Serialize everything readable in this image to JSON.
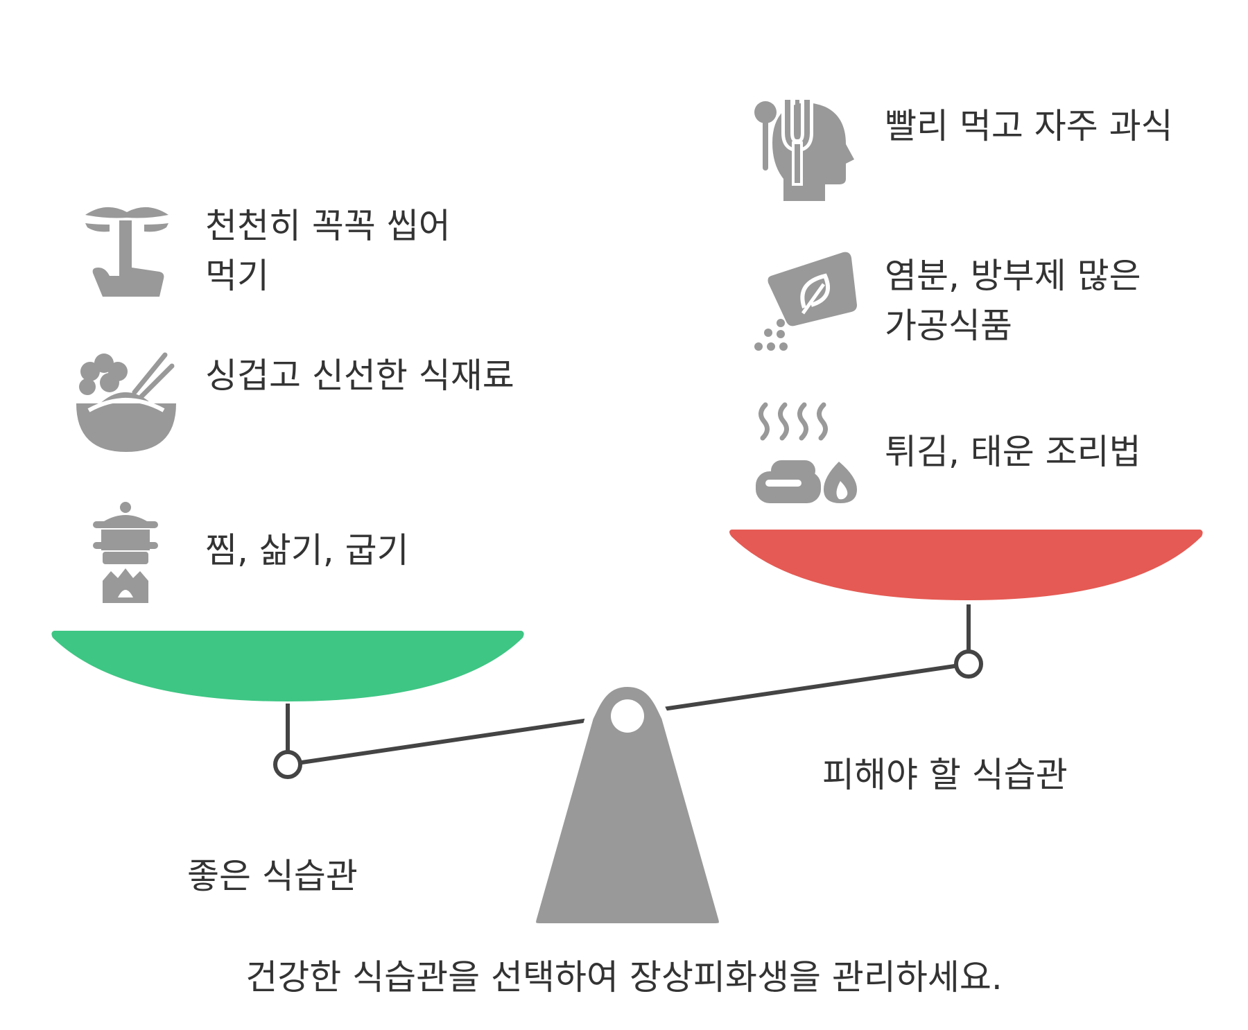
{
  "good": {
    "title": "좋은 식습관",
    "color": "#3EC684",
    "items": [
      {
        "label": "천천히 꼭꼭 씹어 먹기",
        "icon": "mouth-finger-icon"
      },
      {
        "label": "싱겁고 신선한 식재료",
        "icon": "salad-bowl-icon"
      },
      {
        "label": "찜, 삶기, 굽기",
        "icon": "steamer-pot-icon"
      }
    ]
  },
  "bad": {
    "title": "피해야 할 식습관",
    "color": "#E55A54",
    "items": [
      {
        "label": "빨리 먹고 자주 과식",
        "icon": "head-utensils-icon"
      },
      {
        "label": "염분, 방부제 많은 가공식품",
        "icon": "seasoning-packet-icon"
      },
      {
        "label": "튀김, 태운 조리법",
        "icon": "fried-food-steam-icon"
      }
    ]
  },
  "footer": {
    "text": "건강한 식습관을 선택하여 장상피화생을 관리하세요."
  },
  "colors": {
    "icon": "#999999",
    "beam": "#444444",
    "fulcrum": "#999999"
  }
}
